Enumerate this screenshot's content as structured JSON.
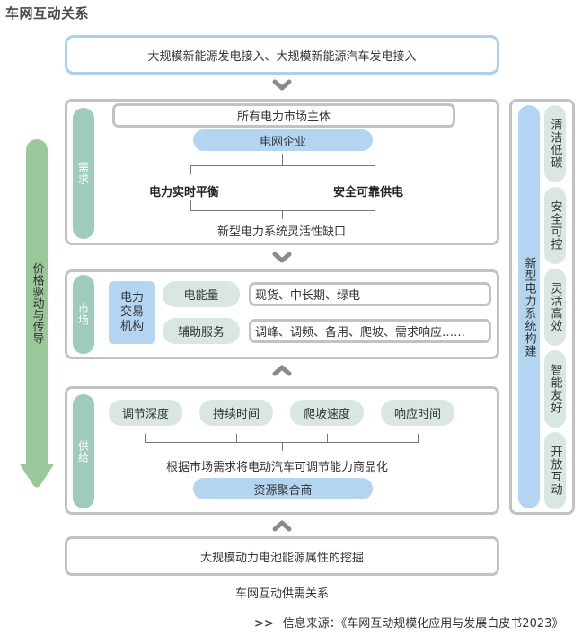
{
  "title": "车网互动关系",
  "top_input": "大规模新能源发电接入、大规模新能源汽车发电接入",
  "demand": {
    "tag": "需求",
    "all_entities": "所有电力市场主体",
    "grid_company": "电网企业",
    "left_need": "电力实时平衡",
    "right_need": "安全可靠供电",
    "gap": "新型电力系统灵活性缺口"
  },
  "market": {
    "tag": "市场",
    "institution": "电力交易机构",
    "rows": [
      {
        "label": "电能量",
        "detail": "现货、中长期、绿电"
      },
      {
        "label": "辅助服务",
        "detail": "调峰、调频、备用、爬坡、需求响应……"
      }
    ]
  },
  "supply": {
    "tag": "供给",
    "attributes": [
      "调节深度",
      "持续时间",
      "爬坡速度",
      "响应时间"
    ],
    "commoditize": "根据市场需求将电动汽车可调节能力商品化",
    "aggregator": "资源聚合商"
  },
  "bottom_input": "大规模动力电池能源属性的挖掘",
  "price_driver": "价格驱动与传导",
  "right_panel": {
    "main": "新型电力系统构建",
    "items": [
      "清洁低碳",
      "安全可控",
      "灵活高效",
      "智能友好",
      "开放互动"
    ]
  },
  "caption": "车网互动供需关系",
  "source": {
    "arrow": ">>",
    "text": "信息来源：《车网互动规模化应用与发展白皮书2023》"
  },
  "colors": {
    "accent_blue": "#b3d5f2",
    "tag_teal": "#9fcbbf",
    "pill_grey": "#d9e6e4",
    "price_green": "#9bc89a",
    "border_grey": "#c2c2c2"
  }
}
